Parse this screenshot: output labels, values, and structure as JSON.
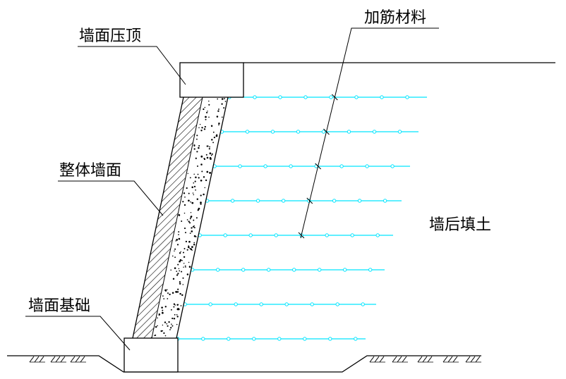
{
  "labels": {
    "cap": "墙面压顶",
    "reinforcement": "加筋材料",
    "wall_face": "整体墙面",
    "backfill": "墙后填土",
    "foundation": "墙面基础"
  },
  "reinforcement_layer_count": 8,
  "colors": {
    "reinforcement": "#00e5ff",
    "line": "#000000",
    "background": "#ffffff"
  }
}
